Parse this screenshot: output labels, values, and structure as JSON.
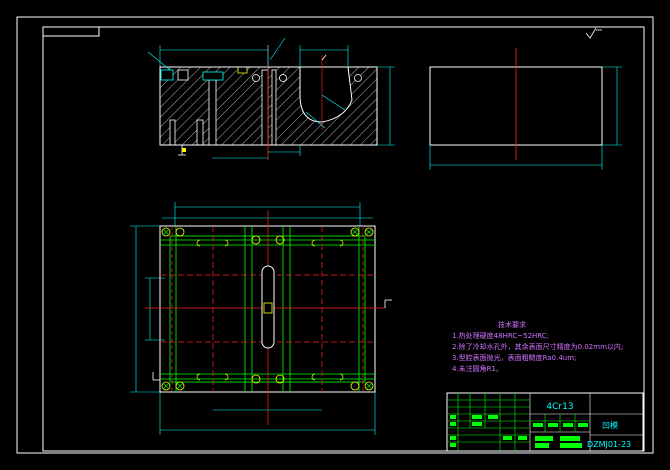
{
  "colors": {
    "background": "#000000",
    "frame": "#ffffff",
    "outline": "#ffffff",
    "dimension": "#00ffff",
    "centerline": "#ff2020",
    "hatch": "#ffffff",
    "green": "#00ff00",
    "yellow": "#ffff00",
    "magenta": "#ff00ff",
    "note_text": "#d070ff",
    "title_text": "#00ffff"
  },
  "tech_notes": {
    "title": "技术要求",
    "items": [
      "1.热处理硬度48HRC~52HRC;",
      "2.除了冷却水孔外，其余表面尺寸精度为0.02mm以内;",
      "3.型腔表面抛光，表面粗糙度Ra0.4um;",
      "4.未注圆角R1。"
    ]
  },
  "title_block": {
    "material": "4Cr13",
    "part_name": "凹模",
    "drawing_no": "DZMJ01-23"
  }
}
